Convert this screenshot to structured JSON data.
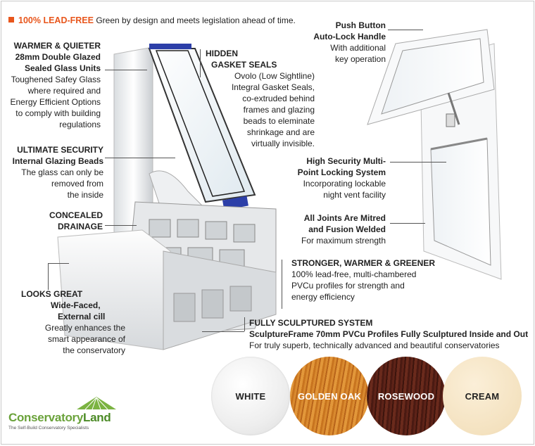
{
  "headline": {
    "highlight": "100% LEAD-FREE",
    "text": "Green by design and meets legislation ahead of time."
  },
  "callouts": {
    "warmer": {
      "title1": "WARMER & QUIETER",
      "title2": "28mm Double Glazed",
      "title3": "Sealed Glass Units",
      "body": [
        "Toughened Safey Glass",
        "where required and",
        "Energy Efficient Options",
        "to comply with building",
        "regulations"
      ]
    },
    "gasket": {
      "title1": "HIDDEN",
      "title2": "GASKET SEALS",
      "body": [
        "Ovolo (Low Sightline)",
        "Integral Gasket Seals,",
        "co-extruded behind",
        "frames and glazing",
        "beads to eleminate",
        "shrinkage and are",
        "virtually invisible."
      ]
    },
    "handle": {
      "title1": "Push Button",
      "title2": "Auto-Lock Handle",
      "body": [
        "With additional",
        "key operation"
      ]
    },
    "security": {
      "title1": "ULTIMATE SECURITY",
      "title2": "Internal Glazing Beads",
      "body": [
        "The glass can only be",
        "removed from",
        "the inside"
      ]
    },
    "locking": {
      "title1": "High Security Multi-",
      "title2": "Point Locking System",
      "body": [
        "Incorporating lockable",
        "night vent facility"
      ]
    },
    "drainage": {
      "title1": "CONCEALED",
      "title2": "DRAINAGE"
    },
    "joints": {
      "title1": "All Joints Are Mitred",
      "title2": "and Fusion Welded",
      "body": [
        "For maximum strength"
      ]
    },
    "stronger": {
      "title1": "STRONGER, WARMER & GREENER",
      "body": [
        "100% lead-free, multi-chambered",
        "PVCu profiles for strength and",
        "energy efficiency"
      ]
    },
    "looks": {
      "title1": "LOOKS GREAT",
      "title2": "Wide-Faced,",
      "title3": "External cill",
      "body": [
        "Greatly enhances the",
        "smart appearance of",
        "the conservatory"
      ]
    },
    "sculptured": {
      "title1": "FULLY SCULPTURED SYSTEM",
      "title2": "SculptureFrame 70mm PVCu Profiles Fully Sculptured Inside and Out",
      "body": [
        "For truly superb, technically advanced and beautiful conservatories"
      ]
    }
  },
  "swatches": [
    {
      "label": "WHITE"
    },
    {
      "label": "GOLDEN OAK"
    },
    {
      "label": "ROSEWOOD"
    },
    {
      "label": "CREAM"
    }
  ],
  "logo": {
    "brand_a": "Conservatory",
    "brand_b": "Land",
    "tagline": "The Self-Build Conservatory Specialists"
  }
}
